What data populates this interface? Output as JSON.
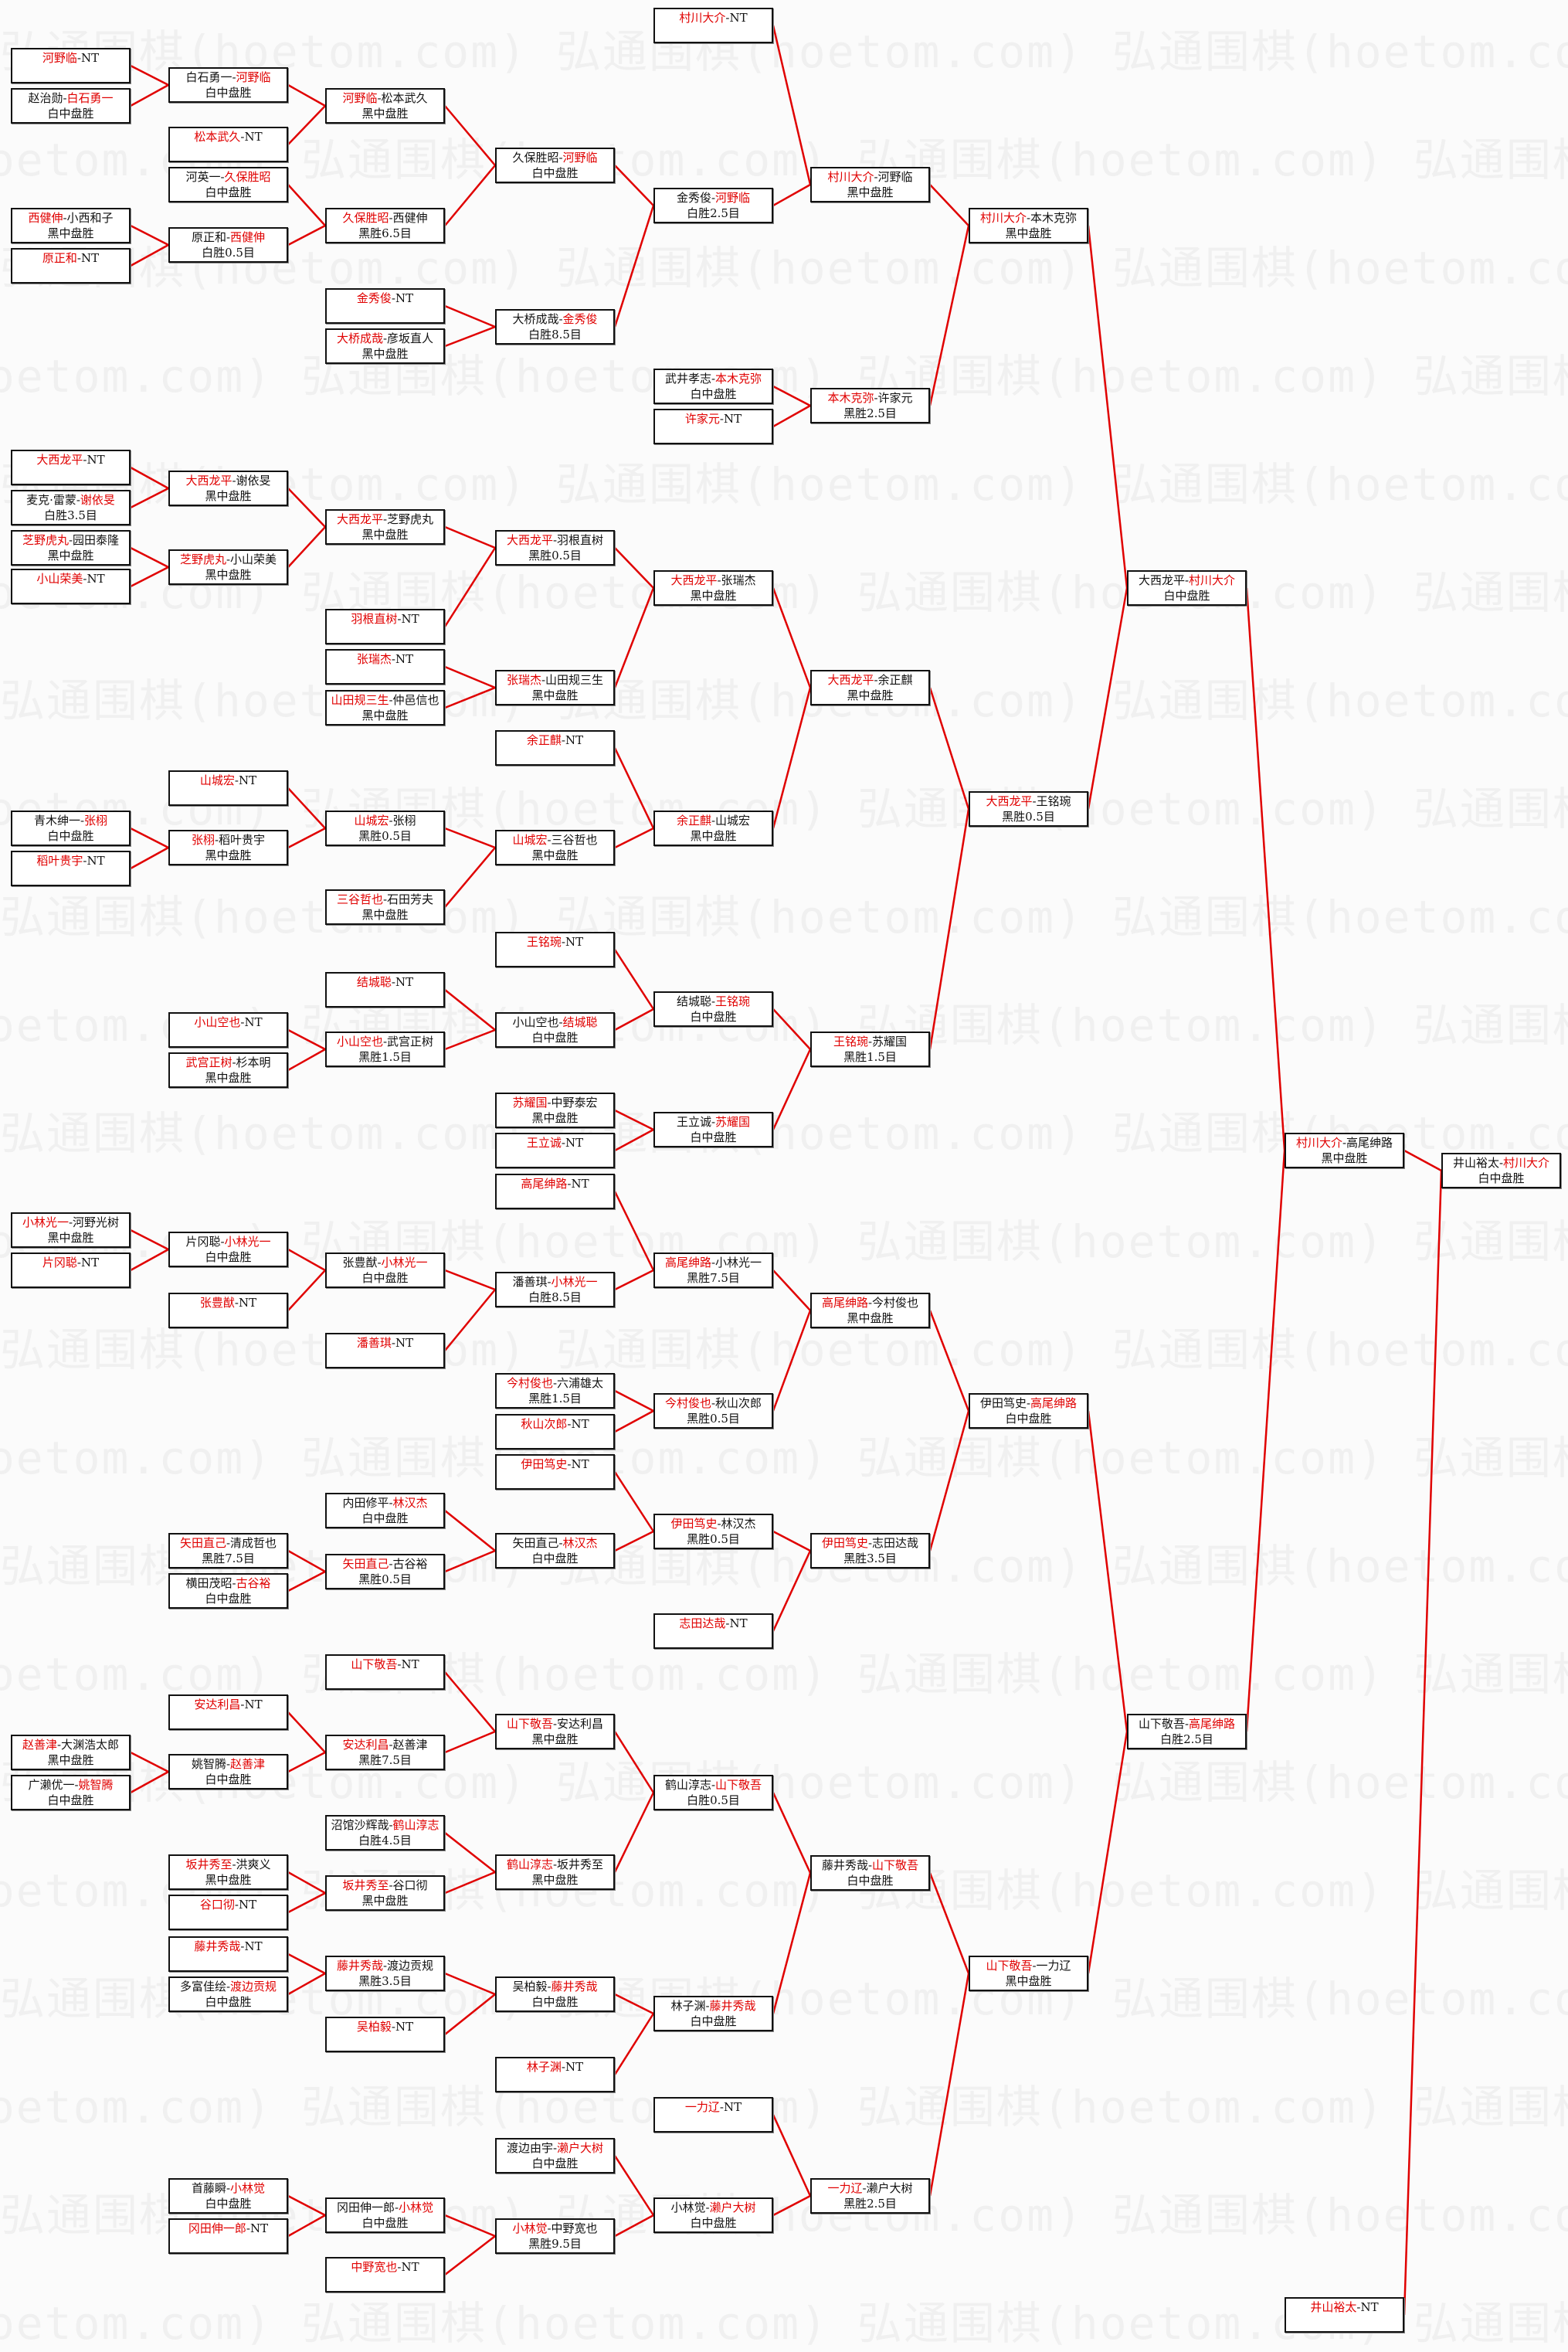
{
  "watermark": "弘通围棋(hoetom.com) 弘通围棋(hoetom.com) 弘通围棋(hoetom.com) 弘通围棋(hoetom.com)",
  "sep": "-",
  "colors": {
    "winner": "#e00000",
    "line": "#e00000",
    "border": "#111111"
  },
  "matches": [
    {
      "p1": "河野临",
      "p2": "NT",
      "w": 1
    },
    {
      "p1": "赵治勋",
      "p2": "白石勇一",
      "w": 2,
      "r": "白中盘胜"
    },
    {
      "p1": "西健伸",
      "p2": "小西和子",
      "w": 1,
      "r": "黑中盘胜"
    },
    {
      "p1": "原正和",
      "p2": "NT",
      "w": 1
    },
    {
      "p1": "大西龙平",
      "p2": "NT",
      "w": 1
    },
    {
      "p1": "麦克·雷蒙",
      "p2": "谢依旻",
      "w": 2,
      "r": "白胜3.5目"
    },
    {
      "p1": "芝野虎丸",
      "p2": "园田泰隆",
      "w": 1,
      "r": "黑中盘胜"
    },
    {
      "p1": "小山荣美",
      "p2": "NT",
      "w": 1
    },
    {
      "p1": "青木绅一",
      "p2": "张栩",
      "w": 2,
      "r": "白中盘胜"
    },
    {
      "p1": "稻叶贵宇",
      "p2": "NT",
      "w": 1
    },
    {
      "p1": "小林光一",
      "p2": "河野光树",
      "w": 1,
      "r": "黑中盘胜"
    },
    {
      "p1": "片冈聪",
      "p2": "NT",
      "w": 1
    },
    {
      "p1": "赵善津",
      "p2": "大渊浩太郎",
      "w": 1,
      "r": "黑中盘胜"
    },
    {
      "p1": "广濑优一",
      "p2": "姚智腾",
      "w": 2,
      "r": "白中盘胜"
    },
    {
      "p1": "白石勇一",
      "p2": "河野临",
      "w": 2,
      "r": "白中盘胜"
    },
    {
      "p1": "松本武久",
      "p2": "NT",
      "w": 1
    },
    {
      "p1": "河英一",
      "p2": "久保胜昭",
      "w": 2,
      "r": "白中盘胜"
    },
    {
      "p1": "原正和",
      "p2": "西健伸",
      "w": 2,
      "r": "白胜0.5目"
    },
    {
      "p1": "大西龙平",
      "p2": "谢依旻",
      "w": 1,
      "r": "黑中盘胜"
    },
    {
      "p1": "芝野虎丸",
      "p2": "小山荣美",
      "w": 1,
      "r": "黑中盘胜"
    },
    {
      "p1": "山城宏",
      "p2": "NT",
      "w": 1
    },
    {
      "p1": "张栩",
      "p2": "稻叶贵宇",
      "w": 1,
      "r": "黑中盘胜"
    },
    {
      "p1": "小山空也",
      "p2": "NT",
      "w": 1
    },
    {
      "p1": "武宫正树",
      "p2": "杉本明",
      "w": 1,
      "r": "黑中盘胜"
    },
    {
      "p1": "片冈聪",
      "p2": "小林光一",
      "w": 2,
      "r": "白中盘胜"
    },
    {
      "p1": "张豊猷",
      "p2": "NT",
      "w": 1
    },
    {
      "p1": "矢田直己",
      "p2": "清成哲也",
      "w": 1,
      "r": "黑胜7.5目"
    },
    {
      "p1": "横田茂昭",
      "p2": "古谷裕",
      "w": 2,
      "r": "白中盘胜"
    },
    {
      "p1": "安达利昌",
      "p2": "NT",
      "w": 1
    },
    {
      "p1": "姚智腾",
      "p2": "赵善津",
      "w": 2,
      "r": "白中盘胜"
    },
    {
      "p1": "坂井秀至",
      "p2": "洪爽义",
      "w": 1,
      "r": "黑中盘胜"
    },
    {
      "p1": "谷口彻",
      "p2": "NT",
      "w": 1
    },
    {
      "p1": "藤井秀哉",
      "p2": "NT",
      "w": 1
    },
    {
      "p1": "多富佳绘",
      "p2": "渡边贡规",
      "w": 2,
      "r": "白中盘胜"
    },
    {
      "p1": "首藤瞬",
      "p2": "小林觉",
      "w": 2,
      "r": "白中盘胜"
    },
    {
      "p1": "冈田伸一郎",
      "p2": "NT",
      "w": 1
    },
    {
      "p1": "河野临",
      "p2": "松本武久",
      "w": 1,
      "r": "黑中盘胜"
    },
    {
      "p1": "久保胜昭",
      "p2": "西健伸",
      "w": 1,
      "r": "黑胜6.5目"
    },
    {
      "p1": "金秀俊",
      "p2": "NT",
      "w": 1
    },
    {
      "p1": "大桥成哉",
      "p2": "彦坂直人",
      "w": 1,
      "r": "黑中盘胜"
    },
    {
      "p1": "大西龙平",
      "p2": "芝野虎丸",
      "w": 1,
      "r": "黑中盘胜"
    },
    {
      "p1": "羽根直树",
      "p2": "NT",
      "w": 1
    },
    {
      "p1": "张瑞杰",
      "p2": "NT",
      "w": 1
    },
    {
      "p1": "山田规三生",
      "p2": "仲邑信也",
      "w": 1,
      "r": "黑中盘胜"
    },
    {
      "p1": "山城宏",
      "p2": "张栩",
      "w": 1,
      "r": "黑胜0.5目"
    },
    {
      "p1": "三谷哲也",
      "p2": "石田芳夫",
      "w": 1,
      "r": "黑中盘胜"
    },
    {
      "p1": "结城聪",
      "p2": "NT",
      "w": 1
    },
    {
      "p1": "小山空也",
      "p2": "武宫正树",
      "w": 1,
      "r": "黑胜1.5目"
    },
    {
      "p1": "张豊猷",
      "p2": "小林光一",
      "w": 2,
      "r": "白中盘胜"
    },
    {
      "p1": "潘善琪",
      "p2": "NT",
      "w": 1
    },
    {
      "p1": "内田修平",
      "p2": "林汉杰",
      "w": 2,
      "r": "白中盘胜"
    },
    {
      "p1": "矢田直己",
      "p2": "古谷裕",
      "w": 1,
      "r": "黑胜0.5目"
    },
    {
      "p1": "山下敬吾",
      "p2": "NT",
      "w": 1
    },
    {
      "p1": "安达利昌",
      "p2": "赵善津",
      "w": 1,
      "r": "黑胜7.5目"
    },
    {
      "p1": "沼馆沙辉哉",
      "p2": "鹤山淳志",
      "w": 2,
      "r": "白胜4.5目"
    },
    {
      "p1": "坂井秀至",
      "p2": "谷口彻",
      "w": 1,
      "r": "黑中盘胜"
    },
    {
      "p1": "藤井秀哉",
      "p2": "渡边贡规",
      "w": 1,
      "r": "黑胜3.5目"
    },
    {
      "p1": "吴柏毅",
      "p2": "NT",
      "w": 1
    },
    {
      "p1": "冈田伸一郎",
      "p2": "小林觉",
      "w": 2,
      "r": "白中盘胜"
    },
    {
      "p1": "中野宽也",
      "p2": "NT",
      "w": 1
    },
    {
      "p1": "久保胜昭",
      "p2": "河野临",
      "w": 2,
      "r": "白中盘胜"
    },
    {
      "p1": "大桥成哉",
      "p2": "金秀俊",
      "w": 2,
      "r": "白胜8.5目"
    },
    {
      "p1": "大西龙平",
      "p2": "羽根直树",
      "w": 1,
      "r": "黑胜0.5目"
    },
    {
      "p1": "张瑞杰",
      "p2": "山田规三生",
      "w": 1,
      "r": "黑中盘胜"
    },
    {
      "p1": "余正麒",
      "p2": "NT",
      "w": 1
    },
    {
      "p1": "山城宏",
      "p2": "三谷哲也",
      "w": 1,
      "r": "黑中盘胜"
    },
    {
      "p1": "王铭琬",
      "p2": "NT",
      "w": 1
    },
    {
      "p1": "小山空也",
      "p2": "结城聪",
      "w": 2,
      "r": "白中盘胜"
    },
    {
      "p1": "苏耀国",
      "p2": "中野泰宏",
      "w": 1,
      "r": "黑中盘胜"
    },
    {
      "p1": "王立诚",
      "p2": "NT",
      "w": 1
    },
    {
      "p1": "高尾绅路",
      "p2": "NT",
      "w": 1
    },
    {
      "p1": "潘善琪",
      "p2": "小林光一",
      "w": 2,
      "r": "白胜8.5目"
    },
    {
      "p1": "今村俊也",
      "p2": "六浦雄太",
      "w": 1,
      "r": "黑胜1.5目"
    },
    {
      "p1": "秋山次郎",
      "p2": "NT",
      "w": 1
    },
    {
      "p1": "伊田笃史",
      "p2": "NT",
      "w": 1
    },
    {
      "p1": "矢田直己",
      "p2": "林汉杰",
      "w": 2,
      "r": "白中盘胜"
    },
    {
      "p1": "山下敬吾",
      "p2": "安达利昌",
      "w": 1,
      "r": "黑中盘胜"
    },
    {
      "p1": "鹤山淳志",
      "p2": "坂井秀至",
      "w": 1,
      "r": "黑中盘胜"
    },
    {
      "p1": "吴柏毅",
      "p2": "藤井秀哉",
      "w": 2,
      "r": "白中盘胜"
    },
    {
      "p1": "林子渊",
      "p2": "NT",
      "w": 1
    },
    {
      "p1": "渡边由宇",
      "p2": "濑户大树",
      "w": 2,
      "r": "白中盘胜"
    },
    {
      "p1": "小林觉",
      "p2": "中野宽也",
      "w": 1,
      "r": "黑胜9.5目"
    },
    {
      "p1": "村川大介",
      "p2": "NT",
      "w": 1
    },
    {
      "p1": "金秀俊",
      "p2": "河野临",
      "w": 2,
      "r": "白胜2.5目"
    },
    {
      "p1": "武井孝志",
      "p2": "本木克弥",
      "w": 2,
      "r": "白中盘胜"
    },
    {
      "p1": "许家元",
      "p2": "NT",
      "w": 1
    },
    {
      "p1": "大西龙平",
      "p2": "张瑞杰",
      "w": 1,
      "r": "黑中盘胜"
    },
    {
      "p1": "余正麒",
      "p2": "山城宏",
      "w": 1,
      "r": "黑中盘胜"
    },
    {
      "p1": "结城聪",
      "p2": "王铭琬",
      "w": 2,
      "r": "白中盘胜"
    },
    {
      "p1": "王立诚",
      "p2": "苏耀国",
      "w": 2,
      "r": "白中盘胜"
    },
    {
      "p1": "高尾绅路",
      "p2": "小林光一",
      "w": 1,
      "r": "黑胜7.5目"
    },
    {
      "p1": "今村俊也",
      "p2": "秋山次郎",
      "w": 1,
      "r": "黑胜0.5目"
    },
    {
      "p1": "伊田笃史",
      "p2": "林汉杰",
      "w": 1,
      "r": "黑胜0.5目"
    },
    {
      "p1": "志田达哉",
      "p2": "NT",
      "w": 1
    },
    {
      "p1": "鹤山淳志",
      "p2": "山下敬吾",
      "w": 2,
      "r": "白胜0.5目"
    },
    {
      "p1": "林子渊",
      "p2": "藤井秀哉",
      "w": 2,
      "r": "白中盘胜"
    },
    {
      "p1": "一力辽",
      "p2": "NT",
      "w": 1
    },
    {
      "p1": "小林觉",
      "p2": "濑户大树",
      "w": 2,
      "r": "白中盘胜"
    },
    {
      "p1": "村川大介",
      "p2": "河野临",
      "w": 1,
      "r": "黑中盘胜"
    },
    {
      "p1": "本木克弥",
      "p2": "许家元",
      "w": 1,
      "r": "黑胜2.5目"
    },
    {
      "p1": "大西龙平",
      "p2": "余正麒",
      "w": 1,
      "r": "黑中盘胜"
    },
    {
      "p1": "王铭琬",
      "p2": "苏耀国",
      "w": 1,
      "r": "黑胜1.5目"
    },
    {
      "p1": "高尾绅路",
      "p2": "今村俊也",
      "w": 1,
      "r": "黑中盘胜"
    },
    {
      "p1": "伊田笃史",
      "p2": "志田达哉",
      "w": 1,
      "r": "黑胜3.5目"
    },
    {
      "p1": "藤井秀哉",
      "p2": "山下敬吾",
      "w": 2,
      "r": "白中盘胜"
    },
    {
      "p1": "一力辽",
      "p2": "濑户大树",
      "w": 1,
      "r": "黑胜2.5目"
    },
    {
      "p1": "村川大介",
      "p2": "本木克弥",
      "w": 1,
      "r": "黑中盘胜"
    },
    {
      "p1": "大西龙平",
      "p2": "王铭琬",
      "w": 1,
      "r": "黑胜0.5目"
    },
    {
      "p1": "伊田笃史",
      "p2": "高尾绅路",
      "w": 2,
      "r": "白中盘胜"
    },
    {
      "p1": "山下敬吾",
      "p2": "一力辽",
      "w": 1,
      "r": "黑中盘胜"
    },
    {
      "p1": "大西龙平",
      "p2": "村川大介",
      "w": 2,
      "r": "白中盘胜"
    },
    {
      "p1": "山下敬吾",
      "p2": "高尾绅路",
      "w": 2,
      "r": "白胜2.5目"
    },
    {
      "p1": "村川大介",
      "p2": "高尾绅路",
      "w": 1,
      "r": "黑中盘胜"
    },
    {
      "p1": "井山裕太",
      "p2": "NT",
      "w": 1
    },
    {
      "p1": "井山裕太",
      "p2": "村川大介",
      "w": 2,
      "r": "白中盘胜"
    }
  ]
}
